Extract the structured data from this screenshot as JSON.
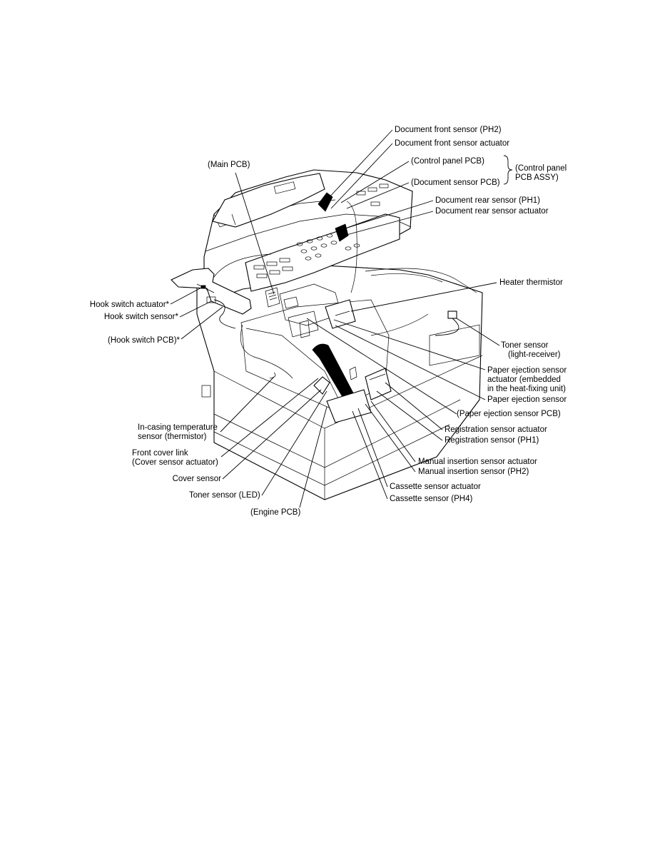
{
  "labels": {
    "document_front_sensor": "Document front sensor (PH2)",
    "document_front_sensor_actuator": "Document front sensor actuator",
    "control_panel_pcb": "(Control panel PCB)",
    "document_sensor_pcb": "(Document sensor PCB)",
    "control_panel_pcb_assy_line1": "(Control panel",
    "control_panel_pcb_assy_line2": "PCB ASSY)",
    "main_pcb": "(Main PCB)",
    "document_rear_sensor": "Document rear sensor (PH1)",
    "document_rear_sensor_actuator": "Document rear sensor actuator",
    "heater_thermistor": "Heater thermistor",
    "hook_switch_actuator": "Hook switch actuator*",
    "hook_switch_sensor": "Hook switch sensor*",
    "hook_switch_pcb": "(Hook switch PCB)*",
    "toner_sensor_receiver_line1": "Toner sensor",
    "toner_sensor_receiver_line2": "(light-receiver)",
    "paper_ejection_actuator_line1": "Paper ejection sensor",
    "paper_ejection_actuator_line2": "actuator (embedded",
    "paper_ejection_actuator_line3": "in the heat-fixing unit)",
    "paper_ejection_sensor": "Paper ejection sensor",
    "paper_ejection_sensor_pcb": "(Paper ejection sensor PCB)",
    "registration_sensor_actuator": "Registration sensor actuator",
    "registration_sensor": "Registration sensor (PH1)",
    "in_casing_temp_line1": "In-casing temperature",
    "in_casing_temp_line2": "sensor (thermistor)",
    "front_cover_link_line1": "Front cover link",
    "front_cover_link_line2": "(Cover sensor actuator)",
    "manual_insertion_actuator": "Manual insertion sensor actuator",
    "manual_insertion_sensor": "Manual insertion sensor (PH2)",
    "cover_sensor": "Cover sensor",
    "cassette_sensor_actuator": "Cassette sensor actuator",
    "toner_sensor_led": "Toner sensor (LED)",
    "cassette_sensor": "Cassette sensor (PH4)",
    "engine_pcb": "(Engine PCB)"
  }
}
